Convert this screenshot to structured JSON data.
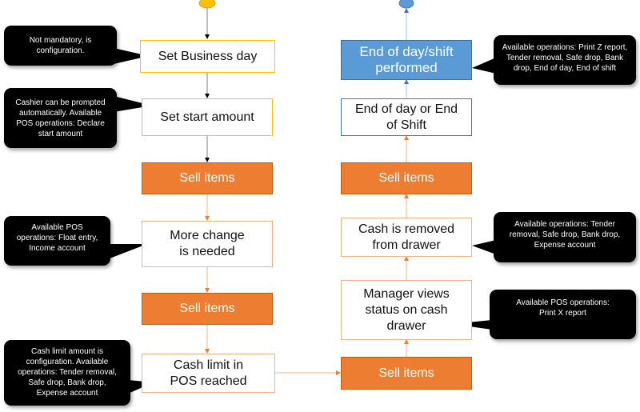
{
  "left_column": {
    "start_node": "start-oval",
    "steps": [
      {
        "label": "Set Business day"
      },
      {
        "label": "Set start amount"
      },
      {
        "label": "Sell items"
      },
      {
        "label": "More change is needed"
      },
      {
        "label": "Sell items"
      },
      {
        "label": "Cash limit in POS reached"
      }
    ]
  },
  "right_column": {
    "end_node": "end-oval",
    "steps": [
      {
        "label": "End of day/shift performed"
      },
      {
        "label": "End of day or End of Shift"
      },
      {
        "label": "Sell items"
      },
      {
        "label": "Cash is removed from drawer"
      },
      {
        "label": "Manager views status on cash drawer"
      },
      {
        "label": "Sell items"
      }
    ]
  },
  "callouts": {
    "business_day": "Not mandatory, is configuration.",
    "start_amount": "Cashier can be prompted automatically. Available POS operations: Declare start amount",
    "more_change": "Available POS operations: Float entry, Income account",
    "cash_limit": "Cash limit amount is configuration. Available operations: Tender removal, Safe drop, Bank drop, Expense account",
    "end_of_day_performed": "Available operations: Print Z report, Tender removal, Safe drop, Bank drop, End of day, End of shift",
    "cash_removed": "Available operations: Tender removal, Safe drop, Bank drop, Expense account",
    "manager_views": "Available POS operations: Print X report"
  },
  "colors": {
    "start_oval": "#FFC000",
    "end_oval": "#5B9BD5",
    "orange": "#ED7D31",
    "blue": "#5B9BD5",
    "callout": "#000000"
  }
}
